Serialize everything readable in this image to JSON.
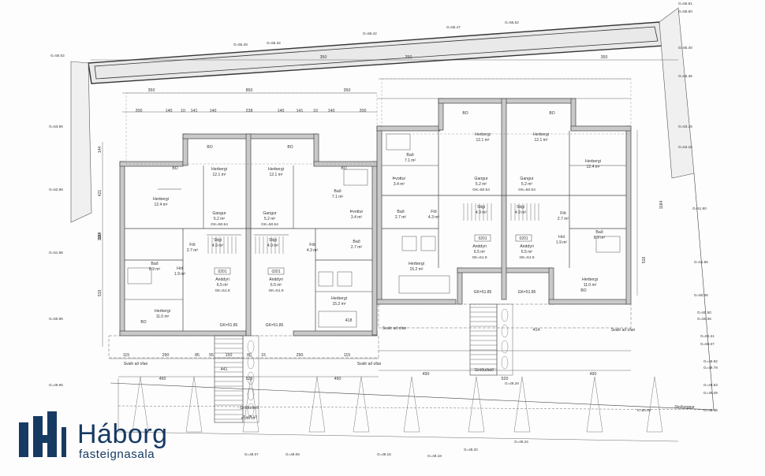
{
  "brand": {
    "name": "Háborg",
    "tagline": "fasteignasala",
    "color": "#173a63"
  },
  "elevations": [
    "G=55.61",
    "G=55.60",
    "G=55.52",
    "G=55.47",
    "G=55.42",
    "G=55.32",
    "G=55.28",
    "G=55.40",
    "G=55.02",
    "G=55.35",
    "G=53.96",
    "G=53.15",
    "G=53.10",
    "G=52.96",
    "G=51.90",
    "G=51.96",
    "G=51.85",
    "G=50.65",
    "G=50.96",
    "G=50.50",
    "G=50.36",
    "G=50.21",
    "G=50.07",
    "G=49.92",
    "G=49.79",
    "G=49.96",
    "G=49.63",
    "G=49.49",
    "G=49.46",
    "G=49.29",
    "G=49.13",
    "G=49.07",
    "G=49.09",
    "G=49.15",
    "G=49.18",
    "G=49.20",
    "G=49.24",
    "K=50.00",
    "K=49.13"
  ],
  "dims": {
    "top": [
      "350",
      "350",
      "350",
      "350",
      "350",
      "850",
      "200",
      "140",
      "10",
      "141",
      "140",
      "238",
      "140",
      "141",
      "10",
      "140",
      "200"
    ],
    "side": [
      "144",
      "421",
      "1184",
      "1184",
      "100",
      "519",
      "519"
    ],
    "bottom": [
      "115",
      "290",
      "85",
      "55",
      "150",
      "80",
      "15",
      "290",
      "115",
      "490",
      "520",
      "490",
      "490",
      "520",
      "490",
      "414",
      "418",
      "441"
    ]
  },
  "rooms": {
    "left": [
      {
        "name": "Herbergi",
        "area": "12.1 m²"
      },
      {
        "name": "Herbergi",
        "area": "12.1 m²"
      },
      {
        "name": "Herbergi",
        "area": "12.4 m²"
      },
      {
        "name": "Gangur",
        "area": "5.2 m²",
        "gk": "GK=50.54"
      },
      {
        "name": "Gangur",
        "area": "5.2 m²",
        "gk": "GK=50.54"
      },
      {
        "name": "Bað",
        "area": "7.1 m²"
      },
      {
        "name": "Þvottur",
        "area": "3.4 m²"
      },
      {
        "name": "Föt",
        "area": "2.7 m²"
      },
      {
        "name": "Stigi",
        "area": "4.9 m²"
      },
      {
        "name": "Stigi",
        "area": "4.9 m²"
      },
      {
        "name": "Föt",
        "area": "4.3 m²"
      },
      {
        "name": "Bað",
        "area": "2.7 m²"
      },
      {
        "name": "Bað",
        "area": "8.9 m²"
      },
      {
        "name": "Hol",
        "area": "1.9 m²"
      },
      {
        "name": "Anddyri",
        "area": "6.5 m²",
        "gk": "GK=51.9"
      },
      {
        "name": "Anddyri",
        "area": "6.5 m²",
        "gk": "GK=51.9"
      },
      {
        "name": "Herbergi",
        "area": "11.0 m²"
      },
      {
        "name": "Herbergi",
        "area": "15.2 m²"
      }
    ],
    "right": [
      {
        "name": "Herbergi",
        "area": "12.1 m²"
      },
      {
        "name": "Herbergi",
        "area": "12.1 m²"
      },
      {
        "name": "Herbergi",
        "area": "12.4 m²"
      },
      {
        "name": "Bað",
        "area": "7.1 m²"
      },
      {
        "name": "Gangur",
        "area": "5.2 m²",
        "gk": "GK=50.54"
      },
      {
        "name": "Gangur",
        "area": "5.2 m²",
        "gk": "GK=50.54"
      },
      {
        "name": "Þvottur",
        "area": "3.4 m²"
      },
      {
        "name": "Bað",
        "area": "2.7 m²"
      },
      {
        "name": "Föt",
        "area": "4.3 m²"
      },
      {
        "name": "Stigi",
        "area": "4.9 m²"
      },
      {
        "name": "Stigi",
        "area": "4.9 m²"
      },
      {
        "name": "Föt",
        "area": "2.7 m²"
      },
      {
        "name": "Bað",
        "area": "8.9 m²"
      },
      {
        "name": "Hol",
        "area": "1.9 m²"
      },
      {
        "name": "Anddyri",
        "area": "6.5 m²",
        "gk": "GK=51.9"
      },
      {
        "name": "Anddyri",
        "area": "6.5 m²",
        "gk": "GK=51.9"
      },
      {
        "name": "Herbergi",
        "area": "15.2 m²"
      },
      {
        "name": "Herbergi",
        "area": "11.0 m²"
      }
    ]
  },
  "unit_codes": [
    "0201",
    "0201",
    "0201",
    "0201"
  ],
  "labels": {
    "bo": "BO",
    "balcony": "Svalir að ofan",
    "garden": "Gróðurbeð",
    "gk_entry": "GK=51.85",
    "retaining": "Stoðveggur"
  }
}
